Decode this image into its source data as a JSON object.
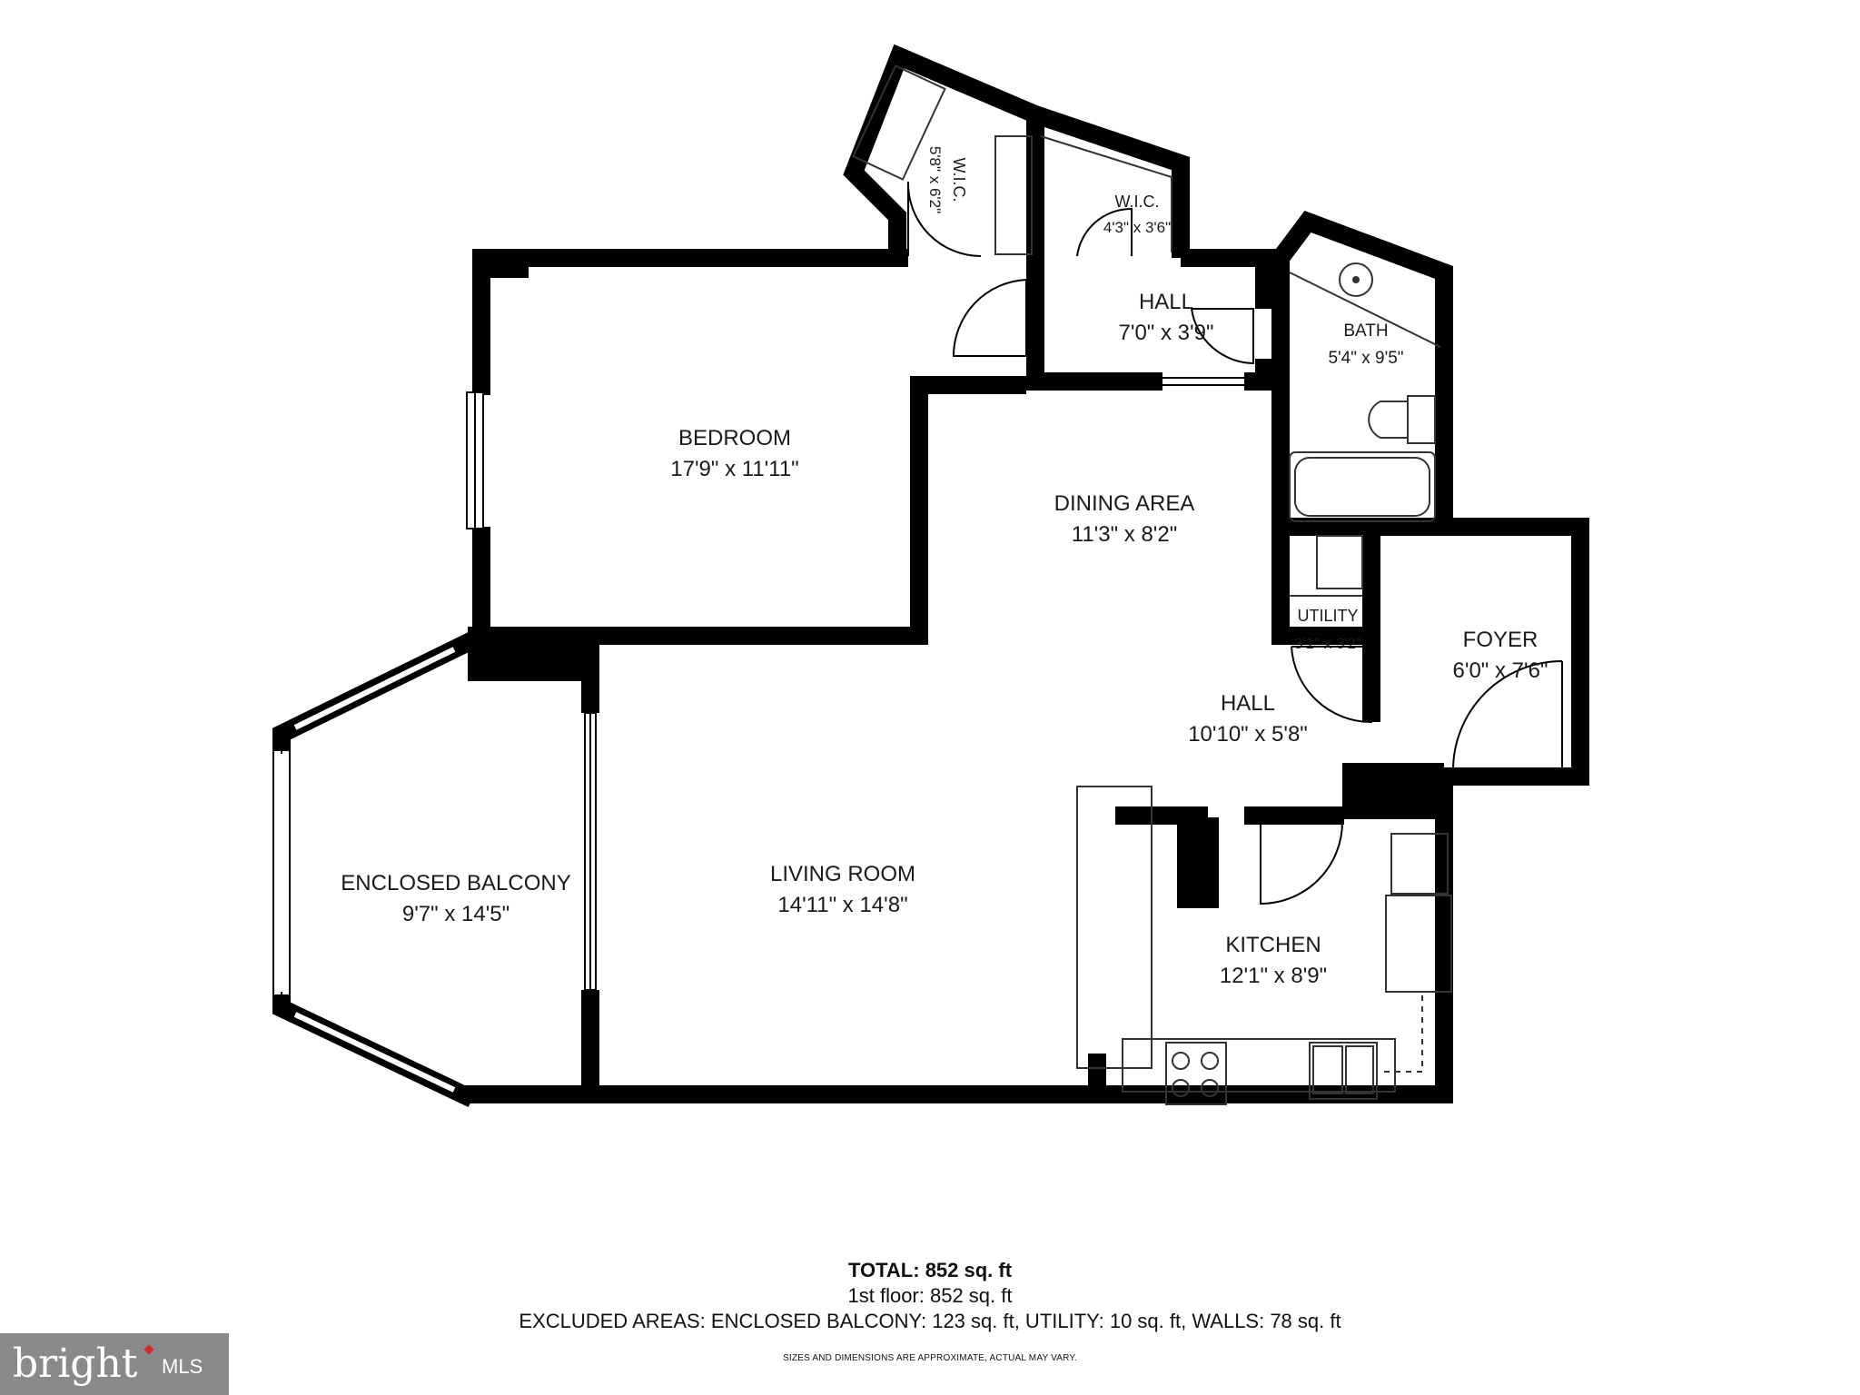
{
  "rooms": {
    "bedroom": {
      "name": "BEDROOM",
      "dims": "17'9\" x 11'11\""
    },
    "wic1": {
      "name": "W.I.C.",
      "dims": "5'8\" x 6'2\""
    },
    "wic2": {
      "name": "W.I.C.",
      "dims": "4'3\" x 3'6\""
    },
    "hall_top": {
      "name": "HALL",
      "dims": "7'0\" x 3'9\""
    },
    "bath": {
      "name": "BATH",
      "dims": "5'4\" x 9'5\""
    },
    "dining": {
      "name": "DINING AREA",
      "dims": "11'3\" x 8'2\""
    },
    "utility": {
      "name": "UTILITY",
      "dims": "3'1\" x 3'2\""
    },
    "foyer": {
      "name": "FOYER",
      "dims": "6'0\" x 7'6\""
    },
    "hall_mid": {
      "name": "HALL",
      "dims": "10'10\" x 5'8\""
    },
    "balcony": {
      "name": "ENCLOSED BALCONY",
      "dims": "9'7\" x 14'5\""
    },
    "living": {
      "name": "LIVING ROOM",
      "dims": "14'11\" x 14'8\""
    },
    "kitchen": {
      "name": "KITCHEN",
      "dims": "12'1\" x 8'9\""
    }
  },
  "summary": {
    "total_label": "TOTAL:",
    "total_value": "852 sq. ft",
    "floor_line": "1st floor: 852 sq. ft",
    "excluded_line": "EXCLUDED AREAS: ENCLOSED BALCONY: 123 sq. ft, UTILITY: 10 sq. ft, WALLS: 78 sq. ft",
    "disclaimer": "SIZES AND DIMENSIONS ARE APPROXIMATE, ACTUAL MAY VARY."
  },
  "logo": {
    "brand": "bright",
    "suffix": "MLS"
  },
  "colors": {
    "wall": "#000000",
    "fixture": "#333333",
    "logo_bg": "#8a8a8a",
    "logo_accent": "#d0302b"
  }
}
